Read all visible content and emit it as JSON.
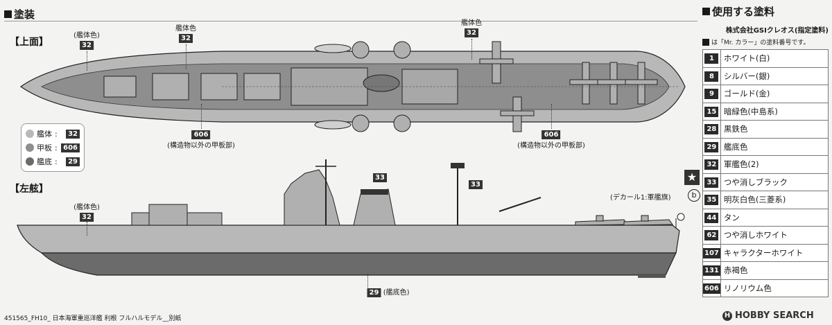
{
  "painting_title": "塗装",
  "top_view_label": "【上面】",
  "side_view_label": "【左舷】",
  "callouts": {
    "top_bow_hull": {
      "label": "(艦体色)",
      "code": "32"
    },
    "top_mid_hull": {
      "label": "艦体色",
      "code": "32"
    },
    "top_stern_hull": {
      "label": "艦体色",
      "code": "32"
    },
    "top_deck_fwd": {
      "label": "(構造物以外の甲板部)",
      "code": "606"
    },
    "top_deck_aft": {
      "label": "(構造物以外の甲板部)",
      "code": "606"
    },
    "side_hull": {
      "label": "(艦体色)",
      "code": "32"
    },
    "side_funnel": {
      "label": "",
      "code": "33"
    },
    "side_mast": {
      "label": "",
      "code": "33"
    },
    "side_bottom": {
      "label": "(艦底色)",
      "code": "29"
    }
  },
  "legend": [
    {
      "name": "艦体",
      "code": "32",
      "color": "#b8b8b8"
    },
    {
      "name": "甲板",
      "code": "606",
      "color": "#8e8e8e"
    },
    {
      "name": "艦底",
      "code": "29",
      "color": "#6b6b6b"
    }
  ],
  "decal_note": "(デカール1:軍艦旗)",
  "decal_mark": "b",
  "paints_panel": {
    "title": "使用する塗料",
    "maker": "株式会社GSIクレオス(指定塗料)",
    "note": "は「Mr. カラー」の塗料番号です。",
    "items": [
      {
        "code": "1",
        "name": "ホワイト(白)"
      },
      {
        "code": "8",
        "name": "シルバー(銀)"
      },
      {
        "code": "9",
        "name": "ゴールド(金)"
      },
      {
        "code": "15",
        "name": "暗緑色(中島系)"
      },
      {
        "code": "28",
        "name": "黒鉄色"
      },
      {
        "code": "29",
        "name": "艦底色"
      },
      {
        "code": "32",
        "name": "軍艦色(2)"
      },
      {
        "code": "33",
        "name": "つや消しブラック"
      },
      {
        "code": "35",
        "name": "明灰白色(三菱系)"
      },
      {
        "code": "44",
        "name": "タン"
      },
      {
        "code": "62",
        "name": "つや消しホワイト"
      },
      {
        "code": "107",
        "name": "キャラクターホワイト"
      },
      {
        "code": "131",
        "name": "赤褐色"
      },
      {
        "code": "606",
        "name": "リノリウム色"
      }
    ]
  },
  "footer": "451565_FH10_ 日本海軍重巡洋艦 利根 フルハルモデル__別紙",
  "brand": "HOBBY SEARCH",
  "brand_logo": "H",
  "colors": {
    "hull": "#b8b8b8",
    "deck": "#8e8e8e",
    "bottom": "#6b6b6b",
    "ink": "#1a1a1a"
  }
}
